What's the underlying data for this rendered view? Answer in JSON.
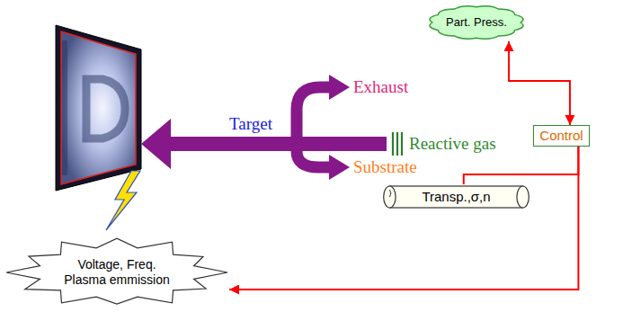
{
  "diagram": {
    "nodes": [
      {
        "text": [
          "Part. Press."
        ]
      },
      {
        "text": [
          "Control"
        ]
      },
      {
        "text": [
          "Transp.,σ,n"
        ]
      },
      {
        "text": [
          "Voltage, Freq. Plasma emmission"
        ]
      }
    ],
    "edges": [
      {
        "from": 0,
        "to": 1,
        "arrow": "both"
      },
      {
        "from": 2,
        "to": 1,
        "arrow": "none"
      },
      {
        "from": 1,
        "to": 3,
        "arrow": "to"
      }
    ],
    "labels": [
      "Target",
      "Exhaust",
      "Reactive gas",
      "Substrate"
    ]
  }
}
